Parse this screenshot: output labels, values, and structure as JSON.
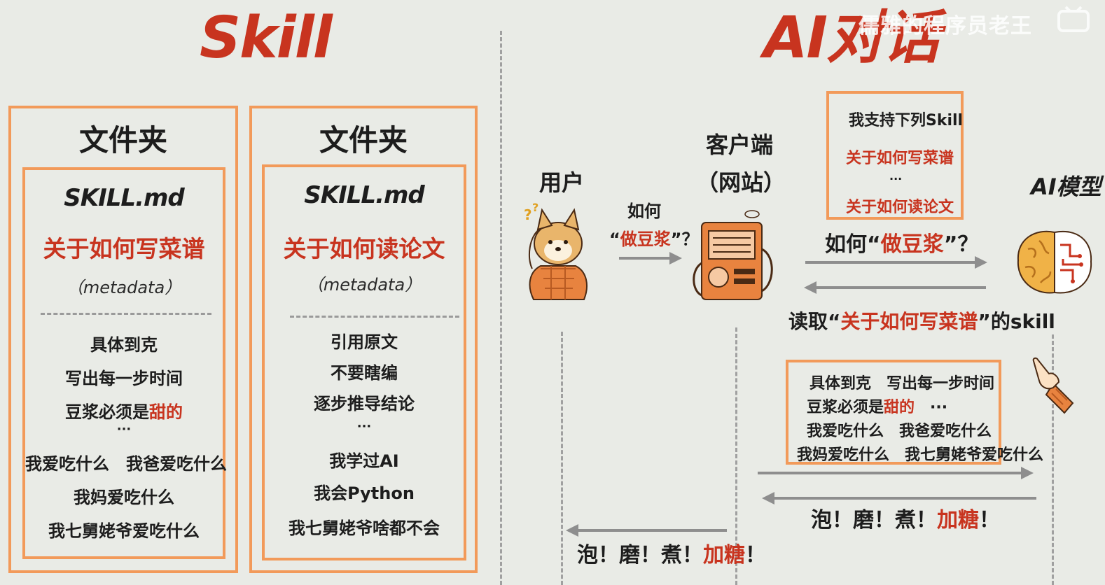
{
  "left": {
    "title": "Skill",
    "folders": [
      {
        "title": "文件夹",
        "file": "SKILL.md",
        "desc": "关于如何写菜谱",
        "meta": "（metadata）",
        "items": [
          "具体到克",
          "写出每一步时间"
        ],
        "line3_prefix": "豆浆必须是",
        "line3_red": "甜的",
        "ellipsis": "···",
        "line4": "我爱吃什么　我爸爱吃什么",
        "line5": "我妈爱吃什么",
        "line6": "我七舅姥爷爱吃什么"
      },
      {
        "title": "文件夹",
        "file": "SKILL.md",
        "desc": "关于如何读论文",
        "meta": "（metadata）",
        "items": [
          "引用原文",
          "不要瞎编",
          "逐步推导结论"
        ],
        "ellipsis": "···",
        "line4": "我学过AI",
        "line5": "我会Python",
        "line6": "我七舅姥爷啥都不会"
      }
    ]
  },
  "right": {
    "title": "AI对话",
    "watermark": "儒雅的程序员老王",
    "user_label": "用户",
    "client_label_1": "客户端",
    "client_label_2": "（网站）",
    "model_label": "AI模型",
    "q1_line1": "如何",
    "q1_open": "“",
    "q1_red": "做豆浆",
    "q1_close": "”？",
    "support_box": {
      "title": "我支持下列Skill",
      "item1": "关于如何写菜谱",
      "ellipsis": "···",
      "item2": "关于如何读论文"
    },
    "q2_prefix": "如何“",
    "q2_red": "做豆浆",
    "q2_suffix": "”？",
    "read_prefix": "读取“",
    "read_red": "关于如何写菜谱",
    "read_suffix": "”的skill",
    "detail_box": {
      "line1": "具体到克　写出每一步时间",
      "line2_prefix": "豆浆必须是",
      "line2_red": "甜的",
      "line2_suffix": "　···",
      "line3": "我爱吃什么　我爸爱吃什么",
      "line4": "我妈爱吃什么　我七舅姥爷爱吃什么"
    },
    "answer_prefix": "泡！磨！煮！",
    "answer_red": "加糖",
    "answer_suffix": "！"
  },
  "colors": {
    "accent_red": "#c8341f",
    "box_orange": "#f29a5a",
    "arrow_gray": "#8e8e8e"
  },
  "icons": [
    "shiba-dog-icon",
    "server-icon",
    "brain-chip-icon",
    "pointing-hand-icon"
  ]
}
